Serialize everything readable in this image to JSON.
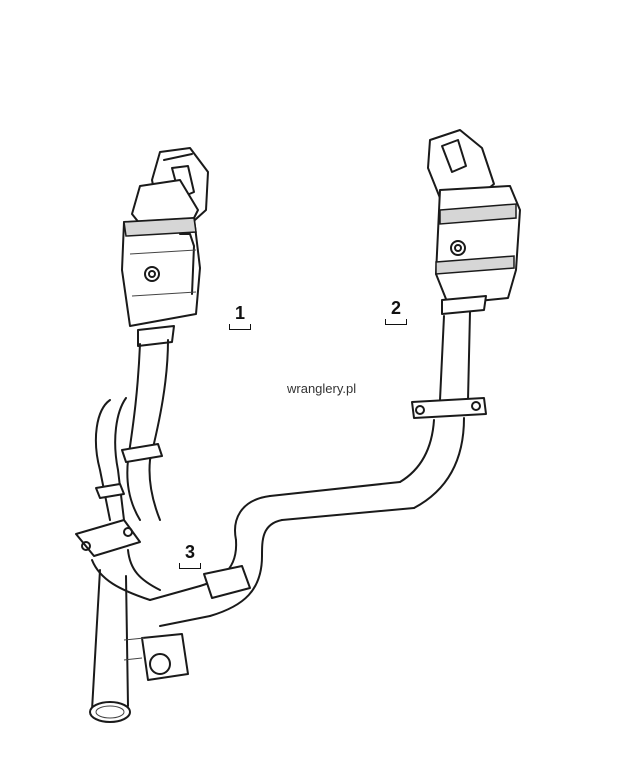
{
  "callouts": [
    {
      "id": "1",
      "label": "1"
    },
    {
      "id": "2",
      "label": "2"
    },
    {
      "id": "3",
      "label": "3"
    }
  ],
  "watermark": "wranglery.pl"
}
